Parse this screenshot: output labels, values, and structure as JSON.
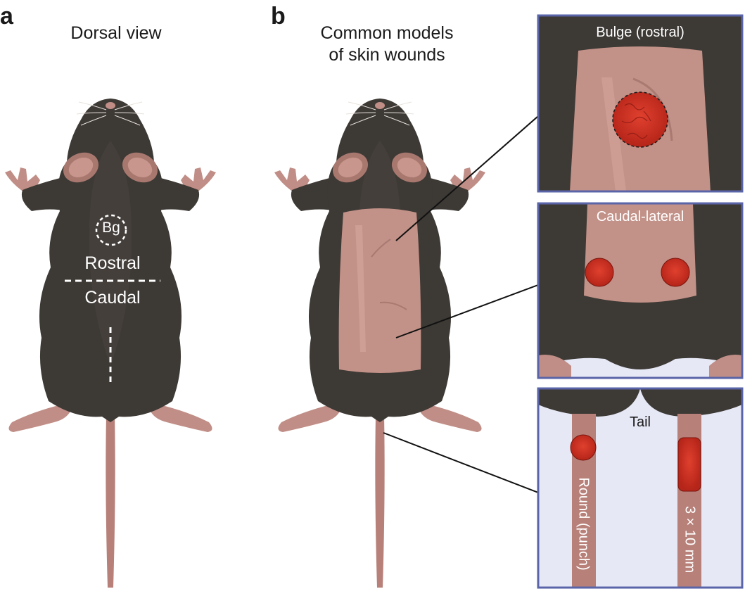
{
  "panel_a": {
    "letter": "a",
    "title": "Dorsal view",
    "bulge_label": "Bg",
    "rostral_label": "Rostral",
    "caudal_label": "Caudal"
  },
  "panel_b": {
    "letter": "b",
    "title_line1": "Common models",
    "title_line2": "of skin wounds",
    "insets": [
      {
        "label": "Bulge (rostral)"
      },
      {
        "label": "Caudal-lateral"
      },
      {
        "label": "Tail",
        "wound_labels": [
          "Round (punch)",
          "3 × 10 mm"
        ]
      }
    ]
  },
  "colors": {
    "fur": "#3d3935",
    "skin": "#c29187",
    "wound": "#c92f22",
    "inset_border": "#5a64a8",
    "inset_bg": "#e6e8f6"
  }
}
